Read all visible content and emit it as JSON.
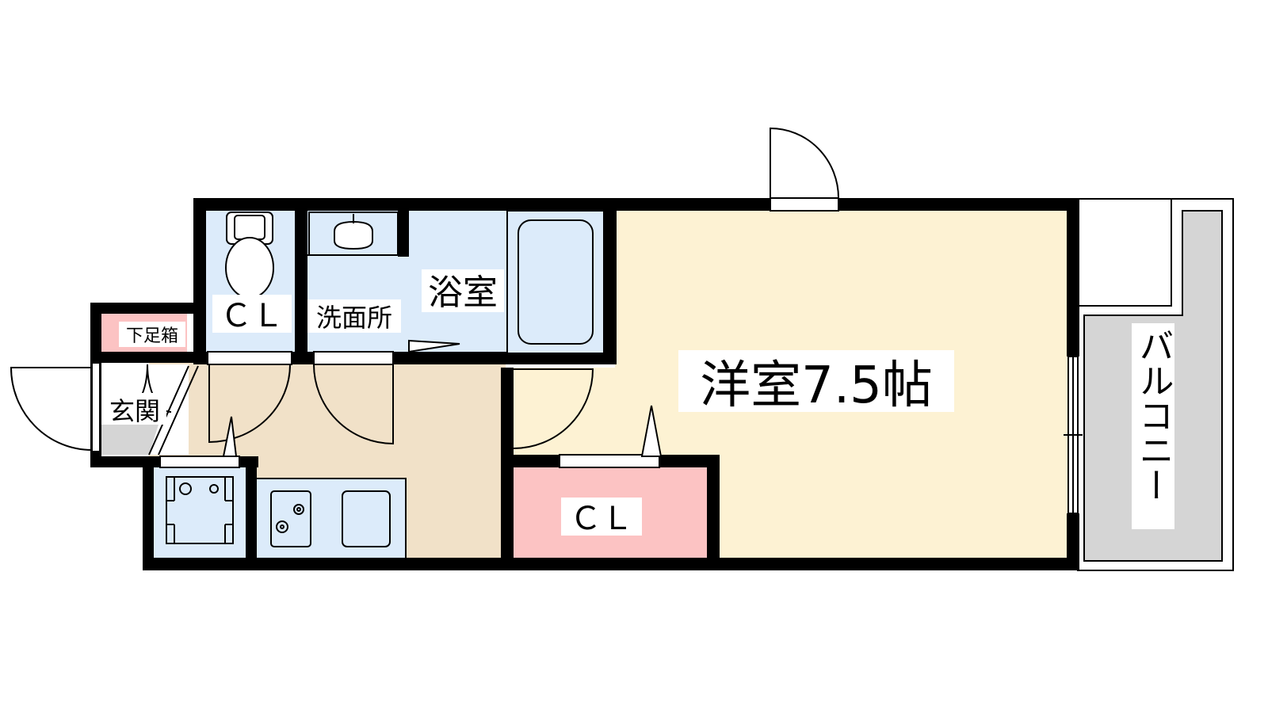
{
  "rooms": {
    "western_room": "洋室7.5帖",
    "bathroom": "浴室",
    "washroom": "洗面所",
    "closet_toilet": "ＣＬ",
    "closet_main": "ＣＬ",
    "shoe_box": "下足箱",
    "entrance": "玄関",
    "balcony": "バルコニー"
  },
  "colors": {
    "wall": "#000000",
    "western_room": "#FDF2D3",
    "wet_area": "#DCEBFA",
    "kitchen_floor": "#F1E1C8",
    "closet": "#FCC3C3",
    "balcony": "#D5D5D5",
    "entrance_floor": "#D5D5D5"
  }
}
